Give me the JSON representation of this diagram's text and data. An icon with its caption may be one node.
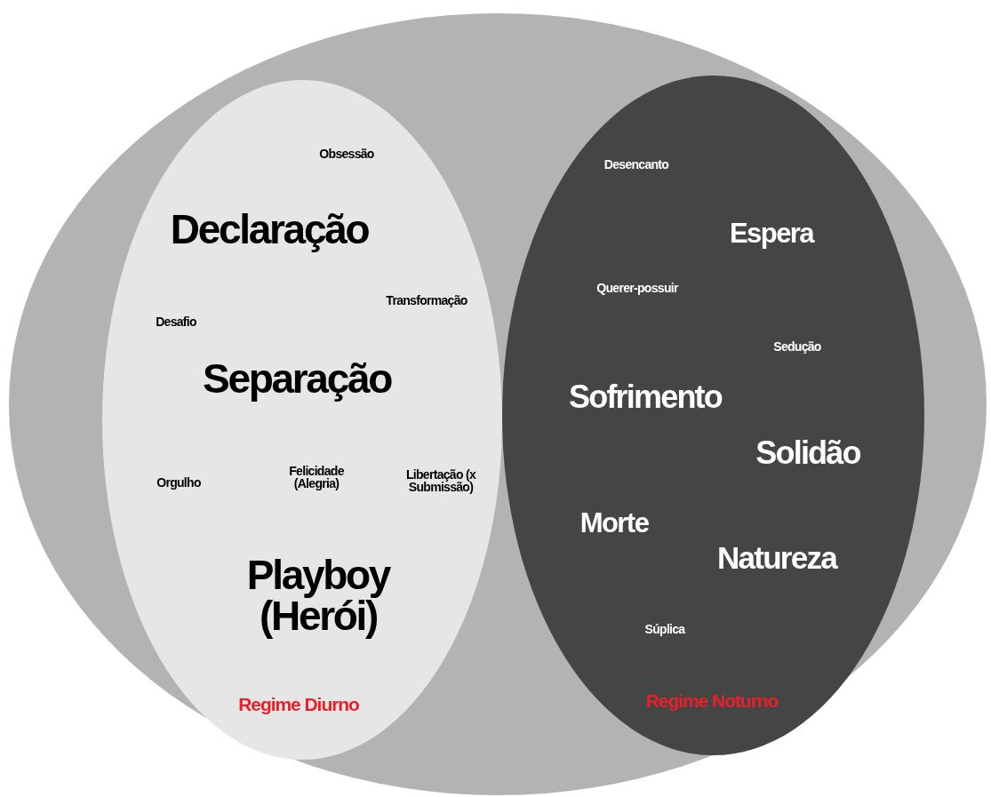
{
  "diagram": {
    "nodes": [
      {
        "text": [],
        "shape": "ellipse"
      },
      {
        "text": [
          "Obsessão",
          "Declaração",
          "Transformação",
          "Desafio",
          "Separação",
          "Orgulho",
          "Felicidade (Alegria)",
          "Libertação (x Submissão)",
          "Playboy (Herói)",
          "Regime Diurno"
        ],
        "in": 0
      },
      {
        "text": [
          "Desencanto",
          "Espera",
          "Querer-possuir",
          "Sedução",
          "Sofrimento",
          "Solidão",
          "Morte",
          "Natureza",
          "Súplica",
          "Regime Noturno"
        ],
        "in": 0
      }
    ]
  }
}
